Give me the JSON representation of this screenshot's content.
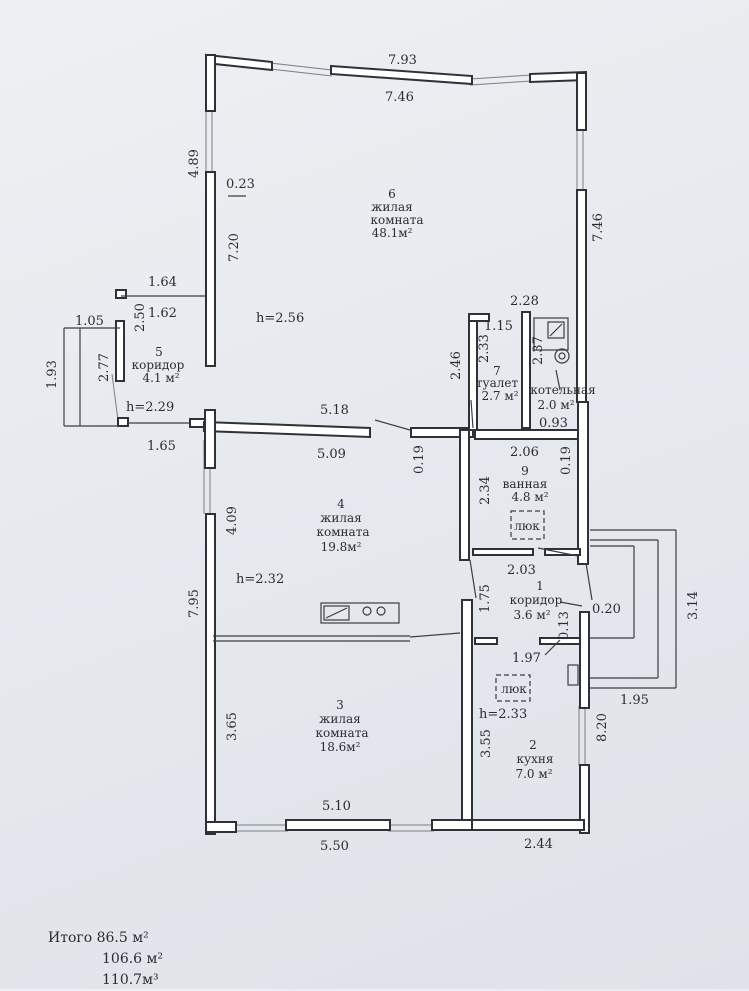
{
  "rooms": [
    {
      "num": "6",
      "name1": "жилая",
      "name2": "комната",
      "area": "48.1м²"
    },
    {
      "num": "7",
      "name1": "туалет",
      "area": "2.7 м²"
    },
    {
      "num": "",
      "name1": "котельная",
      "area": "2.0 м²"
    },
    {
      "num": "5",
      "name1": "коридор",
      "area": "4.1 м²"
    },
    {
      "num": "9",
      "name1": "ванная",
      "area": "4.8 м²"
    },
    {
      "num": "4",
      "name1": "жилая",
      "name2": "комната",
      "area": "19.8м²"
    },
    {
      "num": "1",
      "name1": "коридор",
      "area": "3.6 м²"
    },
    {
      "num": "3",
      "name1": "жилая",
      "name2": "комната",
      "area": "18.6м²"
    },
    {
      "num": "2",
      "name1": "кухня",
      "area": "7.0 м²"
    }
  ],
  "heights": [
    "h=2.56",
    "h=2.29",
    "h=2.32",
    "h=2.33"
  ],
  "hatch_label": "люк",
  "dims": {
    "d793": "7.93",
    "d746a": "7.46",
    "d746b": "7.46",
    "d489": "4.89",
    "d023": "0.23",
    "d720": "7.20",
    "d164": "1.64",
    "d162": "1.62",
    "d250": "2.50",
    "d105": "1.05",
    "d193": "1.93",
    "d277": "2.77",
    "d165": "1.65",
    "d228": "2.28",
    "d115": "1.15",
    "d246": "2.46",
    "d233": "2.33",
    "d237": "2.37",
    "d093": "0.93",
    "d518": "5.18",
    "d509": "5.09",
    "d019a": "0.19",
    "d206": "2.06",
    "d019b": "0.19",
    "d234": "2.34",
    "d409": "4.09",
    "d795": "7.95",
    "d203": "2.03",
    "d175": "1.75",
    "d020": "0.20",
    "d013": "0.13",
    "d314": "3.14",
    "d197": "1.97",
    "d195": "1.95",
    "d820": "8.20",
    "d365": "3.65",
    "d355": "3.55",
    "d510": "5.10",
    "d550": "5.50",
    "d244": "2.44"
  },
  "totals": {
    "label": "Итого",
    "v1": "86.5 м²",
    "v2": "106.6 м²",
    "v3": "110.7м³"
  }
}
